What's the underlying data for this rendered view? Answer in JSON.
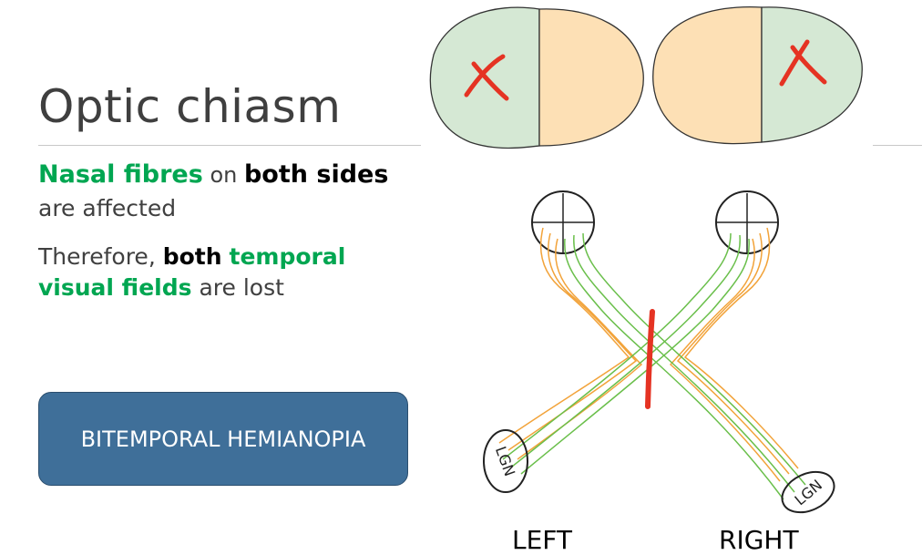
{
  "slide": {
    "title": "Optic chiasm",
    "text": {
      "nasal_fibres": "Nasal fibres",
      "on": " on ",
      "both_sides": "both sides",
      "are_affected": "are affected",
      "therefore": "Therefore, ",
      "both": "both",
      "temporal": "temporal",
      "visual_fields": "visual fields",
      "are_lost": " are lost"
    },
    "button_label": "BITEMPORAL HEMIANOPIA"
  },
  "diagram": {
    "eye_labels": {
      "left": "LEFT",
      "right": "RIGHT"
    },
    "lgn_label": "LGN",
    "colors": {
      "nasal_green": "#d5e8d4",
      "temporal_orange": "#fde0b5",
      "fibre_green": "#6abf4b",
      "fibre_orange": "#f2a33a",
      "lesion_red": "#e53323",
      "text_green": "#00a651"
    }
  }
}
